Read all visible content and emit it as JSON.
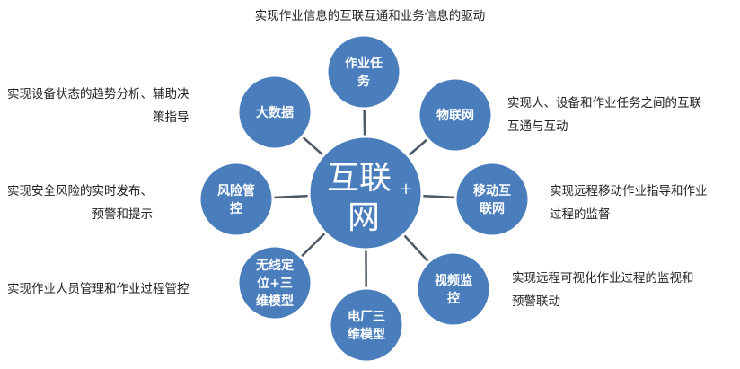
{
  "colors": {
    "node": "#4a7dbc",
    "node_stroke": "#ffffff",
    "line": "#4d5966"
  },
  "center": {
    "line1": "互联",
    "plus": "+",
    "line2": "网"
  },
  "nodes": [
    {
      "id": "task",
      "lines": [
        "作业任",
        "务"
      ]
    },
    {
      "id": "iot",
      "lines": [
        "物联网"
      ]
    },
    {
      "id": "mobile",
      "lines": [
        "移动互",
        "联网"
      ]
    },
    {
      "id": "video",
      "lines": [
        "视频监",
        "控"
      ]
    },
    {
      "id": "plant3d",
      "lines": [
        "电厂三",
        "维模型"
      ]
    },
    {
      "id": "wireless",
      "lines": [
        "无线定",
        "位+三",
        "维模型"
      ]
    },
    {
      "id": "risk",
      "lines": [
        "风险管",
        "控"
      ]
    },
    {
      "id": "bigdata",
      "lines": [
        "大数据"
      ]
    }
  ],
  "descriptions": {
    "top": [
      "实现作业信息的互联互通和业务信息的驱动"
    ],
    "left_top": [
      "实现设备状态的趋势分析、辅助决",
      "策指导"
    ],
    "right_top": [
      "实现人、设备和作业任务之间的互联",
      "互通与互动"
    ],
    "left_mid": [
      "实现安全风险的实时发布、",
      "预警和提示"
    ],
    "right_mid": [
      "实现远程移动作业指导和作业",
      "过程的监督"
    ],
    "left_bottom": [
      "实现作业人员管理和作业过程管控"
    ],
    "right_bottom": [
      "实现远程可视化作业过程的监视和",
      "预警联动"
    ]
  }
}
